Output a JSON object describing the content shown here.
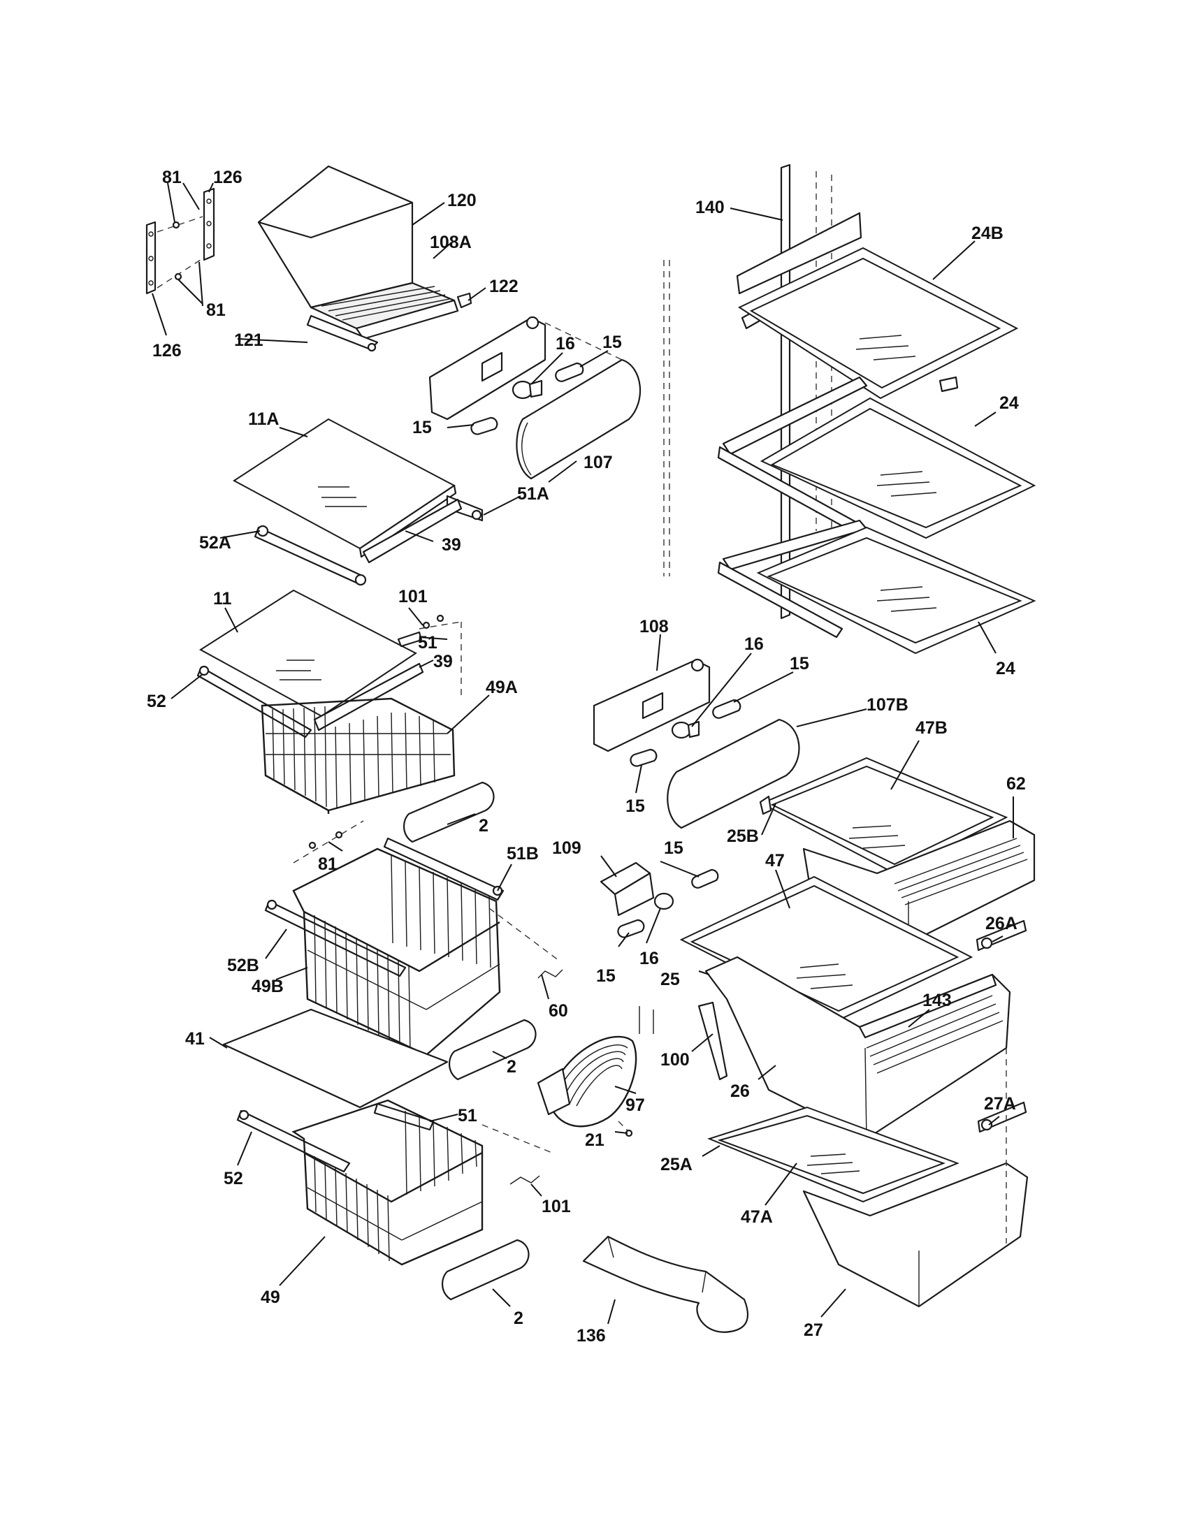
{
  "callouts": {
    "c126a": "126",
    "c81a": "81",
    "c81b": "81",
    "c126b": "126",
    "c120": "120",
    "c122": "122",
    "c121": "121",
    "c108A": "108A",
    "c16a": "16",
    "c15a": "15",
    "c15b": "15",
    "c107": "107",
    "c11A": "11A",
    "c51A": "51A",
    "c52A": "52A",
    "c39a": "39",
    "c11": "11",
    "c101a": "101",
    "c51a": "51",
    "c39b": "39",
    "c52a": "52",
    "c49A": "49A",
    "c2a": "2",
    "c140": "140",
    "c24B": "24B",
    "c24a": "24",
    "c24b": "24",
    "c108": "108",
    "c16b": "16",
    "c15c": "15",
    "c107B": "107B",
    "c15d": "15",
    "c47B": "47B",
    "c62": "62",
    "c25B": "25B",
    "c47": "47",
    "c81c": "81",
    "c51B": "51B",
    "c52B": "52B",
    "c49B": "49B",
    "c60": "60",
    "c109": "109",
    "c15e": "15",
    "c15f": "15",
    "c16c": "16",
    "c26A": "26A",
    "c25": "25",
    "c143": "143",
    "c100": "100",
    "c26": "26",
    "c41": "41",
    "c2b": "2",
    "c97": "97",
    "c21": "21",
    "c51b": "51",
    "c52b": "52",
    "c101b": "101",
    "c49": "49",
    "c2c": "2",
    "c27A": "27A",
    "c25A": "25A",
    "c47A": "47A",
    "c136": "136",
    "c27": "27"
  }
}
